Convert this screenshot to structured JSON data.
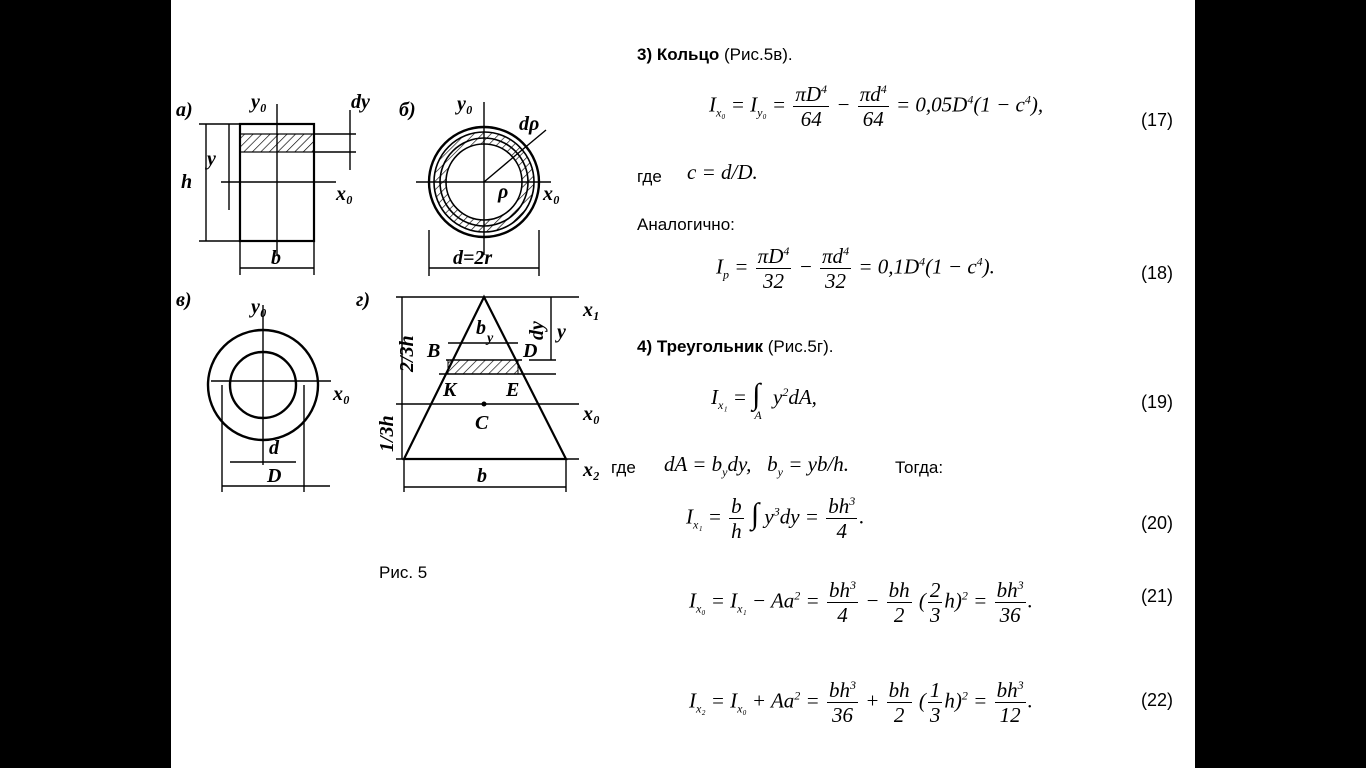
{
  "figure": {
    "caption": "Рис. 5",
    "a": {
      "tag": "а)",
      "y0": "y₀",
      "dy": "dy",
      "h": "h",
      "y": "y",
      "x0": "x₀",
      "b": "b"
    },
    "b": {
      "tag": "б)",
      "y0": "y₀",
      "drho": "dρ",
      "rho": "ρ",
      "x0": "x₀",
      "d": "d=2r"
    },
    "v": {
      "tag": "в)",
      "y0": "y₀",
      "x0": "x₀",
      "d": "d",
      "D": "D"
    },
    "g": {
      "tag": "г)",
      "x1": "x₁",
      "by": "b",
      "by_sub": "y",
      "dy": "dy",
      "y": "y",
      "h23": "2/3h",
      "h13": "1/3h",
      "B": "B",
      "D": "D",
      "K": "K",
      "E": "E",
      "C": "C",
      "x0": "x₀",
      "x2": "x₂",
      "b": "b"
    }
  },
  "section3": {
    "number": "3)",
    "title": "Кольцо",
    "ref": "(Рис.5в)."
  },
  "where1": {
    "word": "где",
    "expr": "c = d/D."
  },
  "similarly": "Аналогично:",
  "section4": {
    "number": "4)",
    "title": "Треугольник",
    "ref": "(Рис.5г)."
  },
  "where2": {
    "word": "где",
    "then": "Тогда:"
  },
  "eq_numbers": [
    "(17)",
    "(18)",
    "(19)",
    "(20)",
    "(21)",
    "(22)"
  ]
}
